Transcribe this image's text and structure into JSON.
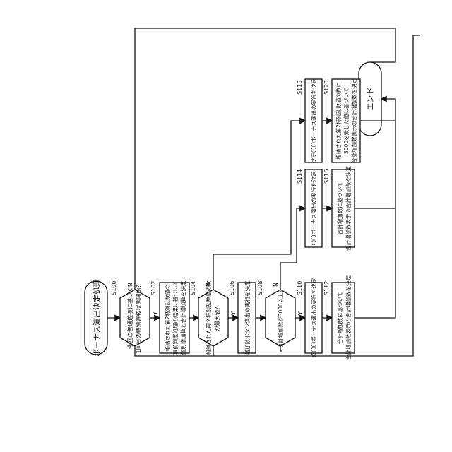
{
  "diagram": {
    "title": "ボーナス演出決定処理",
    "end": "エンド",
    "yes": "Y",
    "no": "N",
    "steps": {
      "S100": {
        "code": "S100",
        "line1": "今回の普通遊技に基づく",
        "line2": "1回目の特別遊技状態開始？"
      },
      "S102": {
        "code": "S102",
        "line1": "格納された第2特別乱数値の",
        "line2": "事前判定処理の結果に基づいて",
        "line3": "個別増加数と合計増加数を決定"
      },
      "S104": {
        "code": "S104",
        "line1": "格納された第２特別乱数値の数",
        "line2": "が最大値？"
      },
      "S106": {
        "code": "S106",
        "line1": "増加数ボタン演出の実行を決定"
      },
      "S108": {
        "code": "S108",
        "line1": "合計増加数が3000以上？"
      },
      "S110": {
        "code": "S110",
        "line1": "超〇〇ボーナス演出の実行を決定"
      },
      "S112": {
        "code": "S112",
        "line1": "合計増加数に基づいて",
        "line2": "合計増加数表示の合計増加数を決定"
      },
      "S114": {
        "code": "S114",
        "line1": "〇〇ボーナス演出の実行を決定"
      },
      "S116": {
        "code": "S116",
        "line1": "合計増加数に基づいて",
        "line2": "合計増加数表示の合計増加数を決定"
      },
      "S118": {
        "code": "S118",
        "line1": "プチ〇〇ボーナス演出の実行を決定"
      },
      "S120": {
        "code": "S120",
        "line1": "格納された第2特別乱数値の数に",
        "line2": "3000を乗じた値に基づいて",
        "line3": "合計増加数表示の合計増加数を決定"
      }
    }
  }
}
